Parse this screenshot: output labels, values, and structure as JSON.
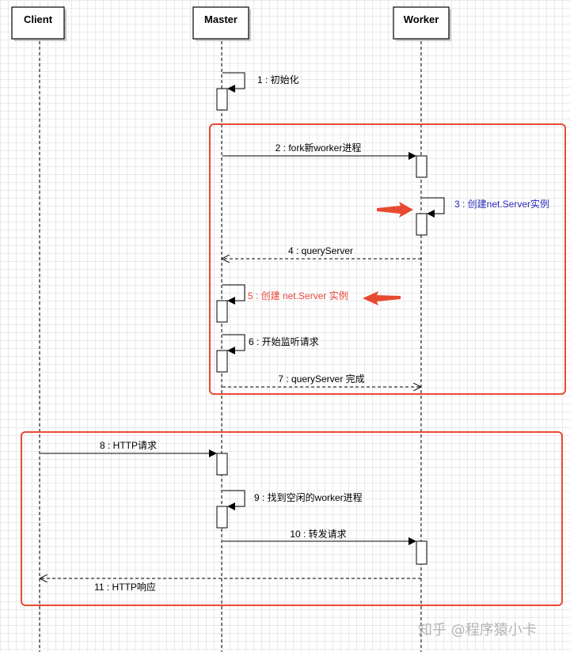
{
  "participants": [
    {
      "id": "client",
      "label": "Client"
    },
    {
      "id": "master",
      "label": "Master"
    },
    {
      "id": "worker",
      "label": "Worker"
    }
  ],
  "messages": [
    {
      "id": "m1",
      "label": "1 : 初始化",
      "from": "master",
      "to": "master",
      "style": "self",
      "color": "default"
    },
    {
      "id": "m2",
      "label": "2 : fork新worker进程",
      "from": "master",
      "to": "worker",
      "style": "solid",
      "color": "default"
    },
    {
      "id": "m3",
      "label": "3 : 创建net.Server实例",
      "from": "worker",
      "to": "worker",
      "style": "self",
      "color": "blue"
    },
    {
      "id": "m4",
      "label": "4 : queryServer",
      "from": "worker",
      "to": "master",
      "style": "dashed",
      "color": "default"
    },
    {
      "id": "m5",
      "label": "5 : 创建 net.Server 实例",
      "from": "master",
      "to": "master",
      "style": "self",
      "color": "red"
    },
    {
      "id": "m6",
      "label": "6 : 开始监听请求",
      "from": "master",
      "to": "master",
      "style": "self",
      "color": "default"
    },
    {
      "id": "m7",
      "label": "7 : queryServer 完成",
      "from": "master",
      "to": "worker",
      "style": "dashed",
      "color": "default"
    },
    {
      "id": "m8",
      "label": "8 : HTTP请求",
      "from": "client",
      "to": "master",
      "style": "solid",
      "color": "default"
    },
    {
      "id": "m9",
      "label": "9 : 找到空闲的worker进程",
      "from": "master",
      "to": "master",
      "style": "self",
      "color": "default"
    },
    {
      "id": "m10",
      "label": "10 : 转发请求",
      "from": "master",
      "to": "worker",
      "style": "solid",
      "color": "default"
    },
    {
      "id": "m11",
      "label": "11 : HTTP响应",
      "from": "worker",
      "to": "client",
      "style": "dashed",
      "color": "default"
    }
  ],
  "colors": {
    "frame": "#ea4a32",
    "highlight_arrow": "#e84a2f",
    "blue_label": "#2a2ab8",
    "red_label": "#e8463a"
  },
  "watermark": "知乎 @程序猿小卡"
}
